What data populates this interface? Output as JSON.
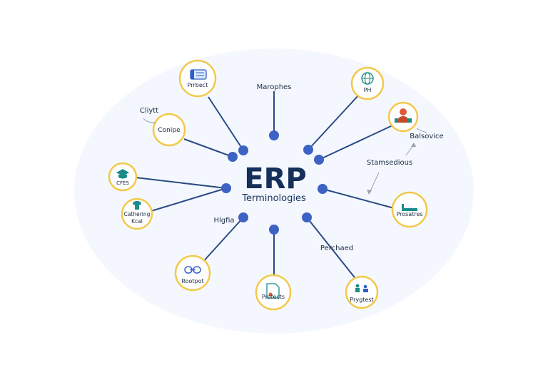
{
  "center": {
    "title": "ERP",
    "subtitle": "Terminologies"
  },
  "colors": {
    "connector": "#2b4a86",
    "hub_dot": "#3d62c4",
    "node_ring": "#f2c94c",
    "text": "#15305a"
  },
  "nodes": [
    {
      "id": "top-left",
      "label": "Prrbect",
      "label2": "",
      "icon": "card-icon"
    },
    {
      "id": "left-upper",
      "label": "Conipe",
      "label2": "",
      "icon": ""
    },
    {
      "id": "left-mid",
      "label": "CFES",
      "label2": "",
      "icon": "graduation-cap-icon"
    },
    {
      "id": "left-lower",
      "label": "Cathering",
      "label2": "Kcal",
      "icon": "shirt-icon"
    },
    {
      "id": "bottom-left",
      "label": "Rootpot",
      "label2": "",
      "icon": "chain-link-icon"
    },
    {
      "id": "bottom-center",
      "label": "Profects",
      "label2": "",
      "icon": "document-icon"
    },
    {
      "id": "bottom-right",
      "label": "Prygtest",
      "label2": "",
      "icon": "people-icon"
    },
    {
      "id": "right-lower",
      "label": "Prosatres",
      "label2": "",
      "icon": "sofa-icon"
    },
    {
      "id": "right-upper",
      "label": "",
      "label2": "",
      "icon": "person-icon"
    },
    {
      "id": "top-right",
      "label": "PH",
      "label2": "",
      "icon": "globe-icon"
    }
  ],
  "free_labels": {
    "top": "Marophes",
    "left_top": "Cliytt",
    "right_service": "Balsovice",
    "right_middle": "Stamsedious",
    "lower_left": "Hlgfia",
    "lower_right": "Perchaed"
  }
}
